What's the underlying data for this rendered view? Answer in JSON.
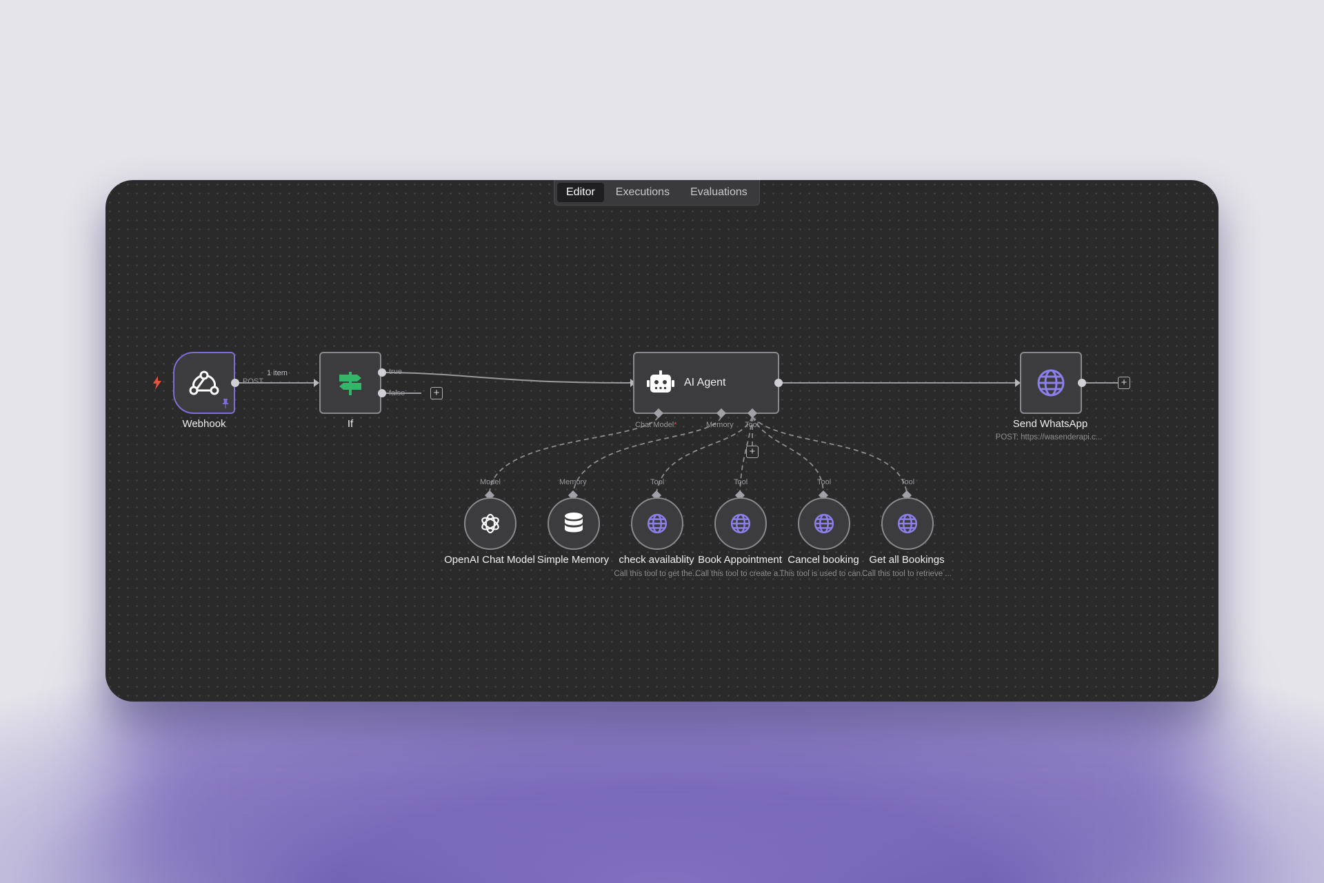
{
  "tabs": [
    {
      "label": "Editor",
      "active": true
    },
    {
      "label": "Executions"
    },
    {
      "label": "Evaluations"
    }
  ],
  "nodes": {
    "webhook": {
      "label": "Webhook",
      "method": "POST"
    },
    "if": {
      "label": "If",
      "true_label": "true",
      "false_label": "false"
    },
    "agent": {
      "label": "AI Agent",
      "chat_model": "Chat Model",
      "required_mark": "*",
      "memory": "Memory",
      "tool": "Tool"
    },
    "whatsapp": {
      "label": "Send WhatsApp",
      "subtitle": "POST: https://wasenderapi.c..."
    }
  },
  "connection_label": "1 item",
  "sub_nodes": [
    {
      "type_label": "Model",
      "label": "OpenAI Chat Model",
      "subtitle": "",
      "icon": "openai-icon"
    },
    {
      "type_label": "Memory",
      "label": "Simple Memory",
      "subtitle": "",
      "icon": "database-icon"
    },
    {
      "type_label": "Tool",
      "label": "check availablity",
      "subtitle": "Call this tool to get the...",
      "icon": "globe-icon"
    },
    {
      "type_label": "Tool",
      "label": "Book Appointment",
      "subtitle": "Call this tool to create a...",
      "icon": "globe-icon"
    },
    {
      "type_label": "Tool",
      "label": "Cancel booking",
      "subtitle": "This tool is used to can...",
      "icon": "globe-icon"
    },
    {
      "type_label": "Tool",
      "label": "Get all Bookings",
      "subtitle": "Call this tool to retrieve ...",
      "icon": "globe-icon"
    }
  ],
  "colors": {
    "canvas": "#2a2a2a",
    "accent": "#7c6fd6",
    "if_green": "#35b56a",
    "trigger_red": "#e5533d"
  }
}
